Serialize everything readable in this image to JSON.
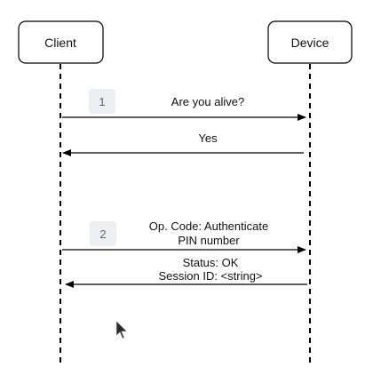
{
  "participants": [
    {
      "name": "Client"
    },
    {
      "name": "Device"
    }
  ],
  "steps": [
    {
      "number": "1"
    },
    {
      "number": "2"
    }
  ],
  "messages": [
    {
      "lines": [
        "Are you alive?"
      ],
      "direction": "client-to-device"
    },
    {
      "lines": [
        "Yes"
      ],
      "direction": "device-to-client"
    },
    {
      "lines": [
        "Op. Code: Authenticate",
        "PIN number"
      ],
      "direction": "client-to-device"
    },
    {
      "lines": [
        "Status: OK",
        "Session ID: <string>"
      ],
      "direction": "device-to-client"
    }
  ],
  "colors": {
    "line": "#000000",
    "text": "#111111",
    "step_badge_fill": "#eceef1",
    "step_badge_text": "#5d6470",
    "box_fill": "#ffffff"
  },
  "icons": {
    "cursor": "mouse-pointer-icon"
  }
}
